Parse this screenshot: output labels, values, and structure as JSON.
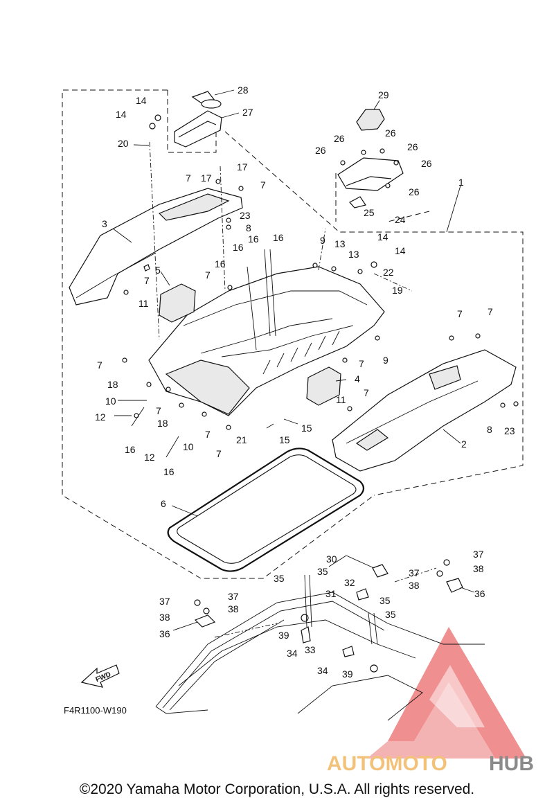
{
  "diagram_code": "F4R1100-W190",
  "fwd_label": "FWD",
  "copyright": "©2020 Yamaha Motor Corporation, U.S.A. All rights reserved.",
  "watermark": {
    "part1": "AUTOMOTO",
    "part2": "HUB",
    "color1": "#f3c27a",
    "color2": "#8a8a8a",
    "logo_color": "#e85a5a"
  },
  "labels": {
    "l2": "2",
    "l3": "3",
    "l4": "4",
    "l5": "5",
    "l6": "6",
    "l7": "7",
    "l8": "8",
    "l9": "9",
    "l10": "10",
    "l11": "11",
    "l12": "12",
    "l13": "13",
    "l14": "14",
    "l15": "15",
    "l16": "16",
    "l17": "17",
    "l18": "18",
    "l19": "19",
    "l20": "20",
    "l21": "21",
    "l22": "22",
    "l23": "23",
    "l24": "24",
    "l25": "25",
    "l26": "26",
    "l27": "27",
    "l28": "28",
    "l29": "29",
    "l30": "30",
    "l31": "31",
    "l32": "32",
    "l33": "33",
    "l34": "34",
    "l35": "35",
    "l36": "36",
    "l37": "37",
    "l38": "38",
    "l39": "39",
    "l1": "1"
  }
}
